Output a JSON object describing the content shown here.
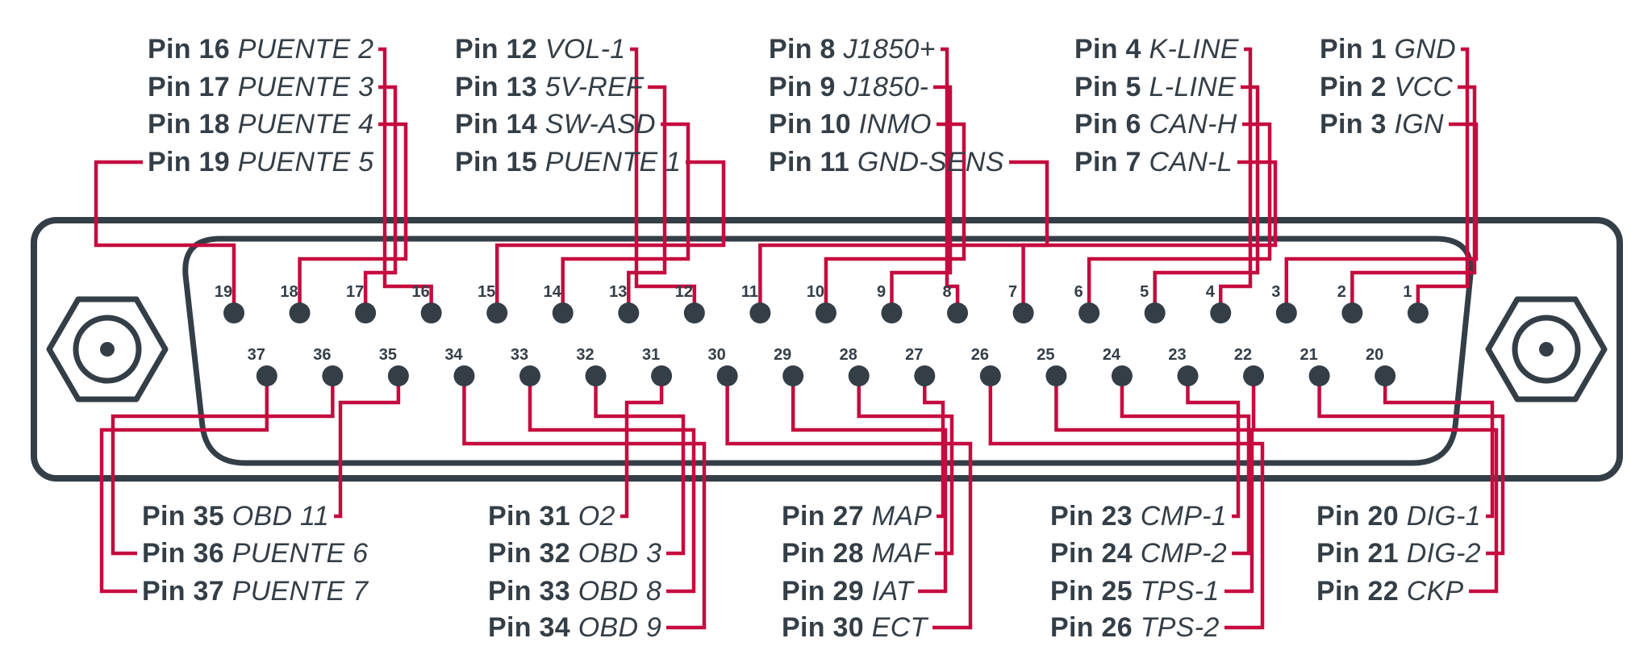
{
  "diagram": {
    "title": "DB37 connector pinout",
    "colors": {
      "ink": "#343e47",
      "leader": "#c50b3f",
      "body_fill": "#ffffff",
      "background": "#ffffff"
    },
    "connector": {
      "type": "DB37",
      "top_row_pins": [
        19,
        18,
        17,
        16,
        15,
        14,
        13,
        12,
        11,
        10,
        9,
        8,
        7,
        6,
        5,
        4,
        3,
        2,
        1
      ],
      "bottom_row_pins": [
        37,
        36,
        35,
        34,
        33,
        32,
        31,
        30,
        29,
        28,
        27,
        26,
        25,
        24,
        23,
        22,
        21,
        20
      ]
    },
    "labels_top": [
      {
        "pin": 16,
        "pin_label": "Pin 16",
        "signal": "PUENTE 2",
        "col": 0,
        "row": 0,
        "side": "right"
      },
      {
        "pin": 17,
        "pin_label": "Pin 17",
        "signal": "PUENTE 3",
        "col": 0,
        "row": 1,
        "side": "right"
      },
      {
        "pin": 18,
        "pin_label": "Pin 18",
        "signal": "PUENTE 4",
        "col": 0,
        "row": 2,
        "side": "right"
      },
      {
        "pin": 19,
        "pin_label": "Pin 19",
        "signal": "PUENTE 5",
        "col": 0,
        "row": 3,
        "side": "left"
      },
      {
        "pin": 12,
        "pin_label": "Pin 12",
        "signal": "VOL-1",
        "col": 1,
        "row": 0,
        "side": "right"
      },
      {
        "pin": 13,
        "pin_label": "Pin 13",
        "signal": "5V-REF",
        "col": 1,
        "row": 1,
        "side": "right"
      },
      {
        "pin": 14,
        "pin_label": "Pin 14",
        "signal": "SW-ASD",
        "col": 1,
        "row": 2,
        "side": "right"
      },
      {
        "pin": 15,
        "pin_label": "Pin 15",
        "signal": "PUENTE 1",
        "col": 1,
        "row": 3,
        "side": "right"
      },
      {
        "pin": 8,
        "pin_label": "Pin 8",
        "signal": "J1850+",
        "col": 2,
        "row": 0,
        "side": "right"
      },
      {
        "pin": 9,
        "pin_label": "Pin 9",
        "signal": "J1850-",
        "col": 2,
        "row": 1,
        "side": "right"
      },
      {
        "pin": 10,
        "pin_label": "Pin 10",
        "signal": "INMO",
        "col": 2,
        "row": 2,
        "side": "right"
      },
      {
        "pin": 11,
        "pin_label": "Pin 11",
        "signal": "GND-SENS",
        "col": 2,
        "row": 3,
        "side": "right"
      },
      {
        "pin": 4,
        "pin_label": "Pin 4",
        "signal": "K-LINE",
        "col": 3,
        "row": 0,
        "side": "right"
      },
      {
        "pin": 5,
        "pin_label": "Pin 5",
        "signal": "L-LINE",
        "col": 3,
        "row": 1,
        "side": "right"
      },
      {
        "pin": 6,
        "pin_label": "Pin 6",
        "signal": "CAN-H",
        "col": 3,
        "row": 2,
        "side": "right"
      },
      {
        "pin": 7,
        "pin_label": "Pin 7",
        "signal": "CAN-L",
        "col": 3,
        "row": 3,
        "side": "right"
      },
      {
        "pin": 1,
        "pin_label": "Pin 1",
        "signal": "GND",
        "col": 4,
        "row": 0,
        "side": "right"
      },
      {
        "pin": 2,
        "pin_label": "Pin 2",
        "signal": "VCC",
        "col": 4,
        "row": 1,
        "side": "right"
      },
      {
        "pin": 3,
        "pin_label": "Pin 3",
        "signal": "IGN",
        "col": 4,
        "row": 2,
        "side": "right"
      }
    ],
    "labels_bottom": [
      {
        "pin": 35,
        "pin_label": "Pin 35",
        "signal": "OBD 11",
        "col": 0,
        "row": 0,
        "side": "right"
      },
      {
        "pin": 36,
        "pin_label": "Pin 36",
        "signal": "PUENTE 6",
        "col": 0,
        "row": 1,
        "side": "left"
      },
      {
        "pin": 37,
        "pin_label": "Pin 37",
        "signal": "PUENTE 7",
        "col": 0,
        "row": 2,
        "side": "left"
      },
      {
        "pin": 31,
        "pin_label": "Pin 31",
        "signal": "O2",
        "col": 1,
        "row": 0,
        "side": "right"
      },
      {
        "pin": 32,
        "pin_label": "Pin 32",
        "signal": "OBD 3",
        "col": 1,
        "row": 1,
        "side": "right"
      },
      {
        "pin": 33,
        "pin_label": "Pin 33",
        "signal": "OBD 8",
        "col": 1,
        "row": 2,
        "side": "right"
      },
      {
        "pin": 34,
        "pin_label": "Pin 34",
        "signal": "OBD 9",
        "col": 1,
        "row": 3,
        "side": "right"
      },
      {
        "pin": 27,
        "pin_label": "Pin 27",
        "signal": "MAP",
        "col": 2,
        "row": 0,
        "side": "right"
      },
      {
        "pin": 28,
        "pin_label": "Pin 28",
        "signal": "MAF",
        "col": 2,
        "row": 1,
        "side": "right"
      },
      {
        "pin": 29,
        "pin_label": "Pin 29",
        "signal": "IAT",
        "col": 2,
        "row": 2,
        "side": "right"
      },
      {
        "pin": 30,
        "pin_label": "Pin 30",
        "signal": "ECT",
        "col": 2,
        "row": 3,
        "side": "right"
      },
      {
        "pin": 23,
        "pin_label": "Pin 23",
        "signal": "CMP-1",
        "col": 3,
        "row": 0,
        "side": "right"
      },
      {
        "pin": 24,
        "pin_label": "Pin 24",
        "signal": "CMP-2",
        "col": 3,
        "row": 1,
        "side": "right"
      },
      {
        "pin": 25,
        "pin_label": "Pin 25",
        "signal": "TPS-1",
        "col": 3,
        "row": 2,
        "side": "right"
      },
      {
        "pin": 26,
        "pin_label": "Pin 26",
        "signal": "TPS-2",
        "col": 3,
        "row": 3,
        "side": "right"
      },
      {
        "pin": 20,
        "pin_label": "Pin 20",
        "signal": "DIG-1",
        "col": 4,
        "row": 0,
        "side": "right"
      },
      {
        "pin": 21,
        "pin_label": "Pin 21",
        "signal": "DIG-2",
        "col": 4,
        "row": 1,
        "side": "right"
      },
      {
        "pin": 22,
        "pin_label": "Pin 22",
        "signal": "CKP",
        "col": 4,
        "row": 2,
        "side": "right"
      }
    ]
  }
}
